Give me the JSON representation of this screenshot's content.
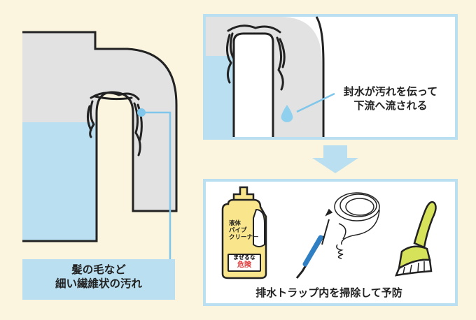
{
  "left_caption": {
    "line1": "髪の毛など",
    "line2": "細い繊維状の汚れ"
  },
  "right_caption": {
    "line1": "封水が汚れを伝って",
    "line2": "下流へ流される"
  },
  "bottom_caption": "排水トラップ内を掃除して予防",
  "bottle": {
    "line1": "液体",
    "line2": "パイプ",
    "line3": "クリーナー",
    "warn_top": "まぜるな",
    "warn_bottom": "危険"
  },
  "colors": {
    "background": "#fbf5df",
    "water": "#b9dff1",
    "pipe": "#e2e2e2",
    "panel_border": "#b9dff1",
    "bottle": "#f8e58c",
    "brush": "#d6e25a",
    "wire_handle": "#2f7fc4"
  },
  "icons": [
    "hair-clog-icon",
    "water-drop-icon",
    "down-arrow-icon",
    "pipe-cleaner-bottle-icon",
    "drain-wire-icon",
    "cleaning-brush-icon"
  ]
}
